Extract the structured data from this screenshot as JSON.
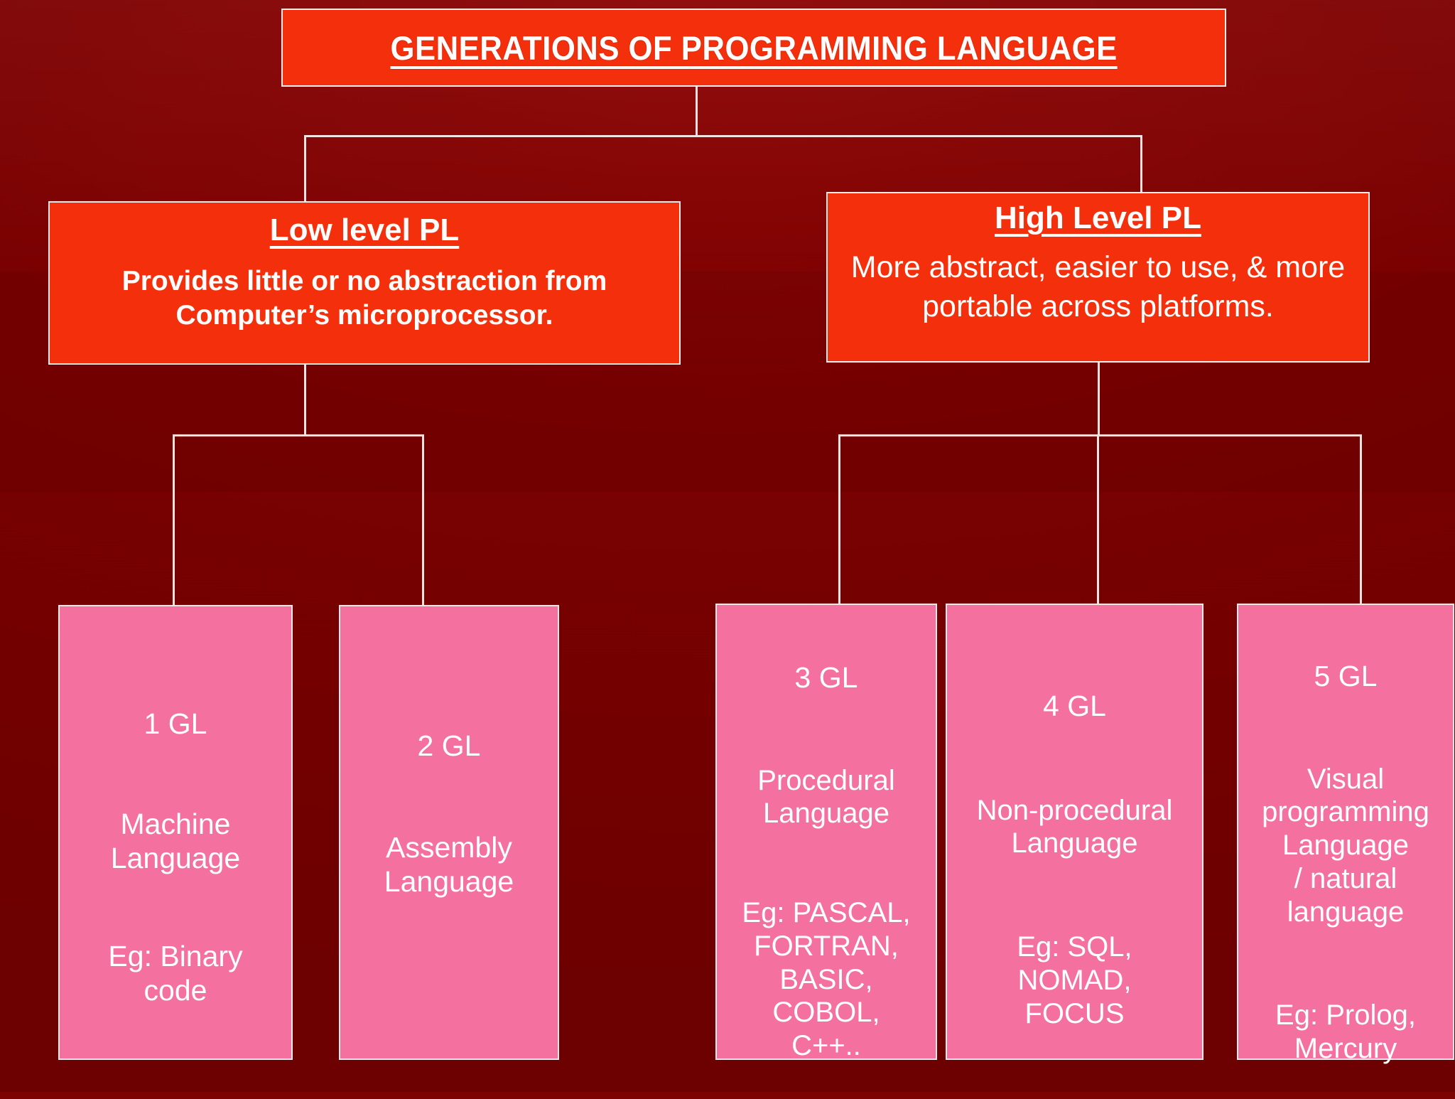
{
  "diagram": {
    "title": "GENERATIONS OF PROGRAMMING LANGUAGE ",
    "background_color": "#7d0202",
    "box_colors": {
      "header": "#f4300c",
      "leaf": "#f4709e",
      "border": "#f7eaea",
      "text": "#ffffff"
    },
    "branches": {
      "low": {
        "heading": "Low level PL",
        "description": "Provides little or no abstraction from Computer’s microprocessor."
      },
      "high": {
        "heading": "High Level PL",
        "description": "More abstract, easier to use, & more portable across platforms."
      }
    },
    "generations": [
      {
        "id": "1gl",
        "label": "1 GL",
        "name": "Machine\nLanguage",
        "examples": "Eg: Binary\ncode"
      },
      {
        "id": "2gl",
        "label": "2 GL",
        "name": "Assembly\nLanguage",
        "examples": ""
      },
      {
        "id": "3gl",
        "label": "3 GL",
        "name": "Procedural\nLanguage",
        "examples": "Eg: PASCAL,\nFORTRAN,\nBASIC,\nCOBOL,\nC++.."
      },
      {
        "id": "4gl",
        "label": "4 GL",
        "name": "Non-procedural\nLanguage",
        "examples": "Eg: SQL,\nNOMAD,\nFOCUS"
      },
      {
        "id": "5gl",
        "label": "5 GL",
        "name": "Visual\nprogramming\nLanguage\n/ natural\nlanguage",
        "examples": "Eg: Prolog,\nMercury"
      }
    ]
  }
}
